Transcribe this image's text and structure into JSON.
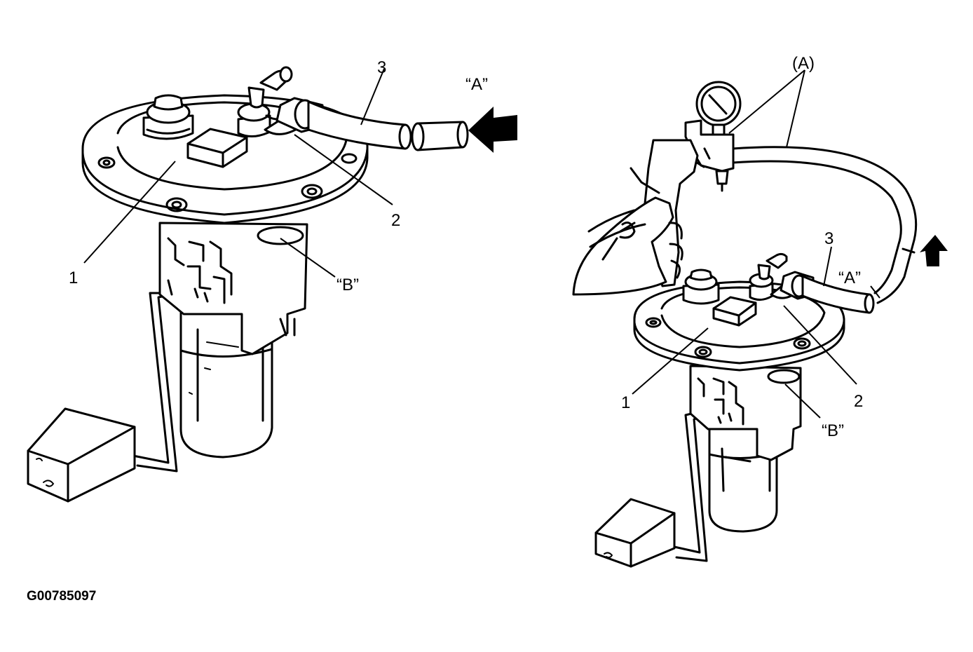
{
  "figure_code": "G00785097",
  "left_view": {
    "labels": {
      "part_1": "1",
      "part_2": "2",
      "part_3": "3",
      "callout_a": "“A”",
      "callout_b": "“B”"
    }
  },
  "right_view": {
    "labels": {
      "tool_a": "(A)",
      "part_1": "1",
      "part_2": "2",
      "part_3": "3",
      "callout_a": "“A”",
      "callout_b": "“B”"
    }
  },
  "icons": {
    "left_arrow": "arrow-left-icon",
    "right_arrow": "arrow-up-icon",
    "gauge": "pressure-gauge-icon"
  },
  "colors": {
    "ink": "#000000",
    "paper": "#ffffff"
  }
}
